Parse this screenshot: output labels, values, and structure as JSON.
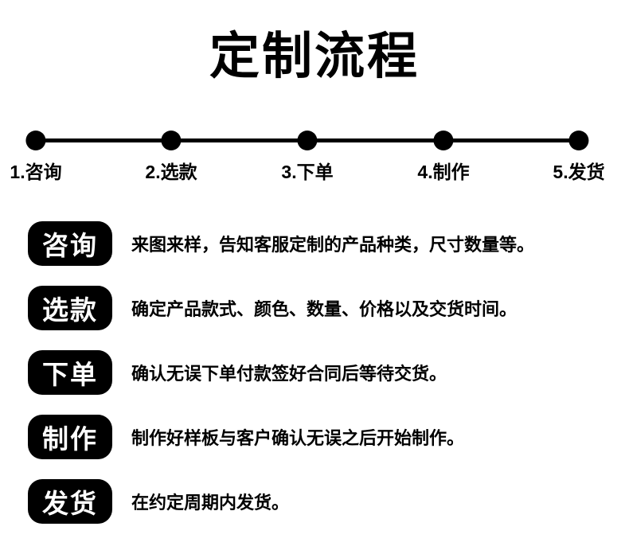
{
  "title": "定制流程",
  "colors": {
    "ink": "#000000",
    "background": "#ffffff",
    "badge_text": "#ffffff"
  },
  "timeline": {
    "items": [
      {
        "label": "1.咨询"
      },
      {
        "label": "2.选款"
      },
      {
        "label": "3.下单"
      },
      {
        "label": "4.制作"
      },
      {
        "label": "5.发货"
      }
    ]
  },
  "steps": [
    {
      "badge": "咨询",
      "description": "来图来样，告知客服定制的产品种类，尺寸数量等。"
    },
    {
      "badge": "选款",
      "description": "确定产品款式、颜色、数量、价格以及交货时间。"
    },
    {
      "badge": "下单",
      "description": "确认无误下单付款签好合同后等待交货。"
    },
    {
      "badge": "制作",
      "description": "制作好样板与客户确认无误之后开始制作。"
    },
    {
      "badge": "发货",
      "description": "在约定周期内发货。"
    }
  ]
}
